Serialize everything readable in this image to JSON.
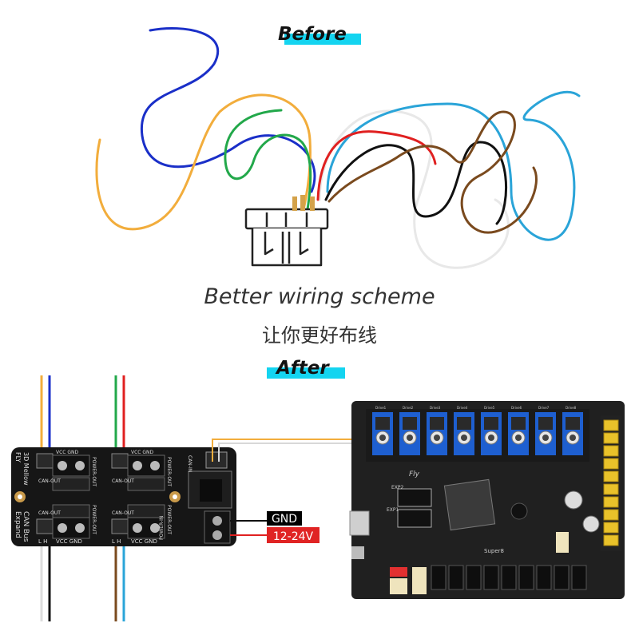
{
  "before_label": "Before",
  "after_label": "After",
  "subtitle_en": "Better wiring scheme",
  "subtitle_cn": "让你更好布线",
  "colors": {
    "highlight": "#14d4f0",
    "wire_blue": "#1a2fc8",
    "wire_orange": "#f2ad3c",
    "wire_green": "#22a84a",
    "wire_red": "#e02020",
    "wire_brown": "#7a4a1e",
    "wire_black": "#111111",
    "wire_skyblue": "#2aa4d8",
    "gnd_badge": "#000000",
    "voltage_badge": "#e02424"
  },
  "expansion_board": {
    "brand": "3D Mellow",
    "model": "FLY",
    "name": "CAN Bus",
    "name_suffix": "Expand",
    "ports": [
      {
        "label": "CAN-OUT",
        "power_label": "POWER-OUT",
        "pins": "VCC GND"
      },
      {
        "label": "CAN-OUT",
        "power_label": "POWER-OUT",
        "pins": "VCC GND"
      },
      {
        "label": "CAN-OUT",
        "power_label": "POWER-OUT",
        "pins": "VCC GND"
      },
      {
        "label": "CAN-OUT",
        "power_label": "POWER-OUT",
        "pins": "VCC GND"
      }
    ],
    "pin_lh": "L H",
    "can_in_label": "CAN-IN",
    "power_in_label": "POWER-IN"
  },
  "power_labels": {
    "gnd": "GND",
    "voltage": "12-24V"
  },
  "mainboard": {
    "brand": "Fly",
    "model": "Super8",
    "drivers": [
      "Drive1",
      "Drive2",
      "Drive3",
      "Drive4",
      "Drive5",
      "Drive6",
      "Drive7",
      "Drive8"
    ],
    "exp1_label": "EXP1",
    "exp2_label": "EXP2"
  }
}
